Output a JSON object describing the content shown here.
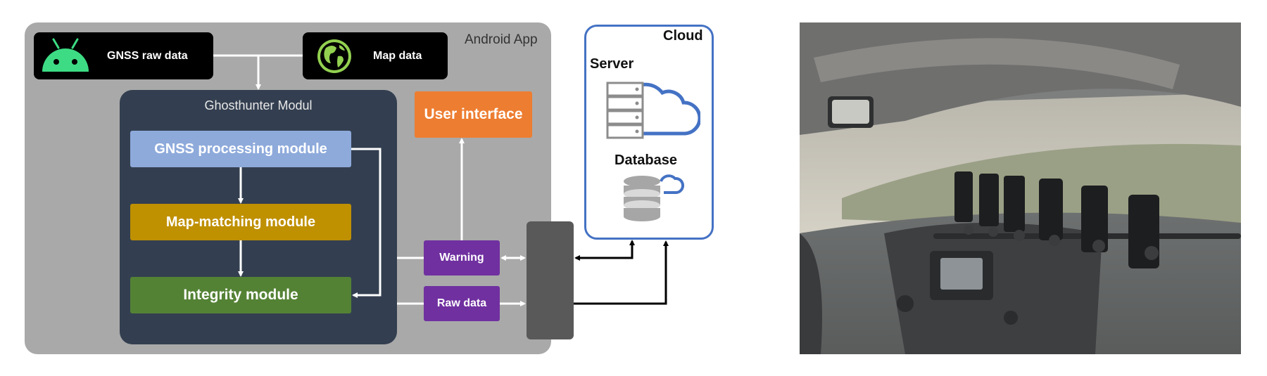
{
  "diagram": {
    "android_app_label": "Android App",
    "gnss_raw_data": "GNSS raw data",
    "map_data": "Map data",
    "ghosthunter_title": "Ghosthunter Modul",
    "gnss_processing": "GNSS processing module",
    "map_matching": "Map-matching module",
    "integrity": "Integrity module",
    "user_interface": "User interface",
    "warning": "Warning",
    "raw_data": "Raw data",
    "cloud": "Cloud",
    "server": "Server",
    "database": "Database"
  },
  "icons": [
    "android-icon",
    "globe-icon",
    "server-icon",
    "cloud-icon",
    "database-icon"
  ],
  "colors": {
    "app_bg": "#a9a9a9",
    "ghost_bg": "#333f50",
    "gnss_processing": "#8eaadb",
    "map_matching": "#bf9000",
    "integrity": "#548235",
    "user_interface": "#ed7d31",
    "message_boxes": "#7030a0",
    "cloud_border": "#4472c4",
    "android_green": "#3ddc84"
  },
  "photo": {
    "description_icon": "dashboard-smartphones-photo"
  }
}
